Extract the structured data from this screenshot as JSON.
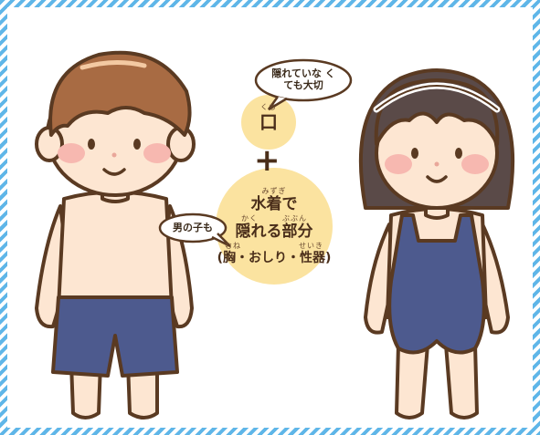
{
  "mouth": {
    "bubble": "隠れていなくても大切",
    "bubble_line1": "隠れていな く",
    "bubble_line2": "ても大切",
    "ruby": "くち",
    "label": "口"
  },
  "plus": "+",
  "swimsuit": {
    "ruby1": "みずぎ",
    "line1": "水着で",
    "ruby2": "かく　　　ぶぶん",
    "line2": "隠れる部分",
    "ruby3": "むね　　　　　　　せいき",
    "line3": "(胸・おしり・性器)",
    "bubble": "男の子も"
  },
  "colors": {
    "circle": "#fbe3a0",
    "outline": "#5a3a22",
    "skin": "#fde6d2",
    "cheek": "#f7b8b0",
    "boy_hair": "#a86b43",
    "girl_hair": "#5a4a48",
    "swim_navy": "#4d5a8e"
  }
}
